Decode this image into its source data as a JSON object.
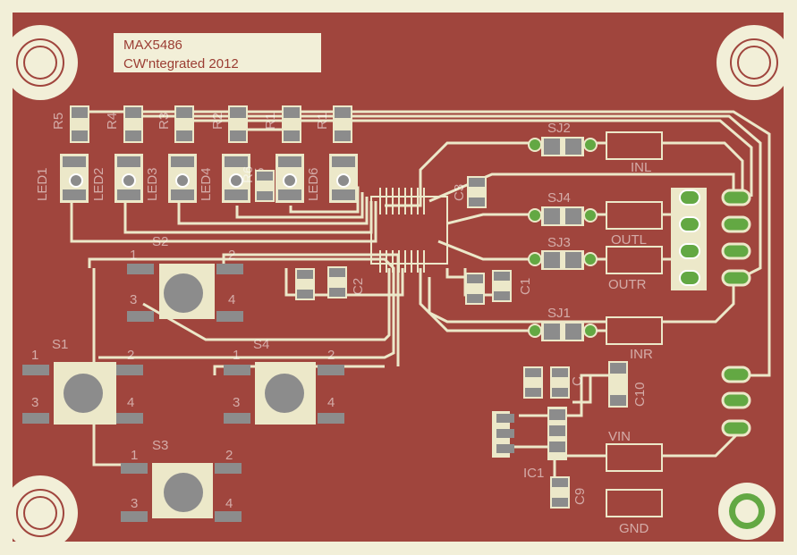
{
  "board": {
    "colors": {
      "substrate": "#f2efd8",
      "copper": "#a0453d",
      "trace": "#ece8c9",
      "pad": "#8c8c8c",
      "via": "#63a843",
      "silkscreen": "#ffffff"
    },
    "title_box": {
      "line1": "MAX5486",
      "line2": "CW'ntegrated 2012"
    },
    "resistors": [
      "R5",
      "R4",
      "R3",
      "R2",
      "R1",
      "R1"
    ],
    "leds": [
      "LED1",
      "LED2",
      "LED3",
      "LED4",
      "LED5",
      "LED6"
    ],
    "r6_label": "R6",
    "switches": {
      "s1": "S1",
      "s2": "S2",
      "s3": "S3",
      "s4": "S4",
      "pin1": "1",
      "pin2": "2",
      "pin3": "3",
      "pin4": "4"
    },
    "capacitors": [
      "C3",
      "C2",
      "C1",
      "C9",
      "C10"
    ],
    "c_partial": "C",
    "jumpers": [
      "SJ2",
      "SJ4",
      "SJ3",
      "SJ1"
    ],
    "ic": "IC1",
    "connector_labels": {
      "inl": "INL",
      "outl": "OUTL",
      "outr": "OUTR",
      "inr": "INR",
      "vin": "VIN",
      "gnd": "GND"
    }
  }
}
